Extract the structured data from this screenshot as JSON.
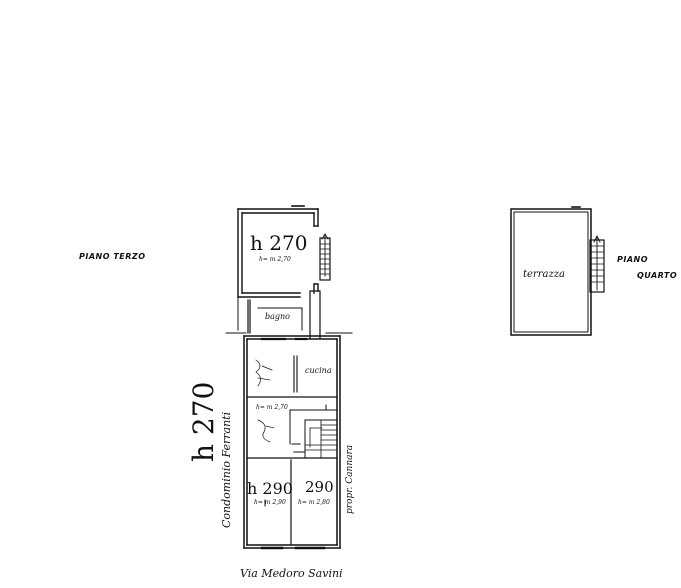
{
  "labels": {
    "floor_third": "PIANO TERZO",
    "floor_fourth_line1": "PIANO",
    "floor_fourth_line2": "QUARTO",
    "terrace": "terrazza",
    "bathroom": "bagno",
    "kitchen": "cucina",
    "neighbor_left": "Condominio Ferranti",
    "neighbor_right": "propr. Cannara",
    "street": "Via Medoro Savini",
    "height_main": "h 270",
    "height_top_big": "h 270",
    "height_top_small": "h= m 2,70",
    "height_mid_small": "h= m 2,70",
    "height_bl_big": "h 290",
    "height_bl_small": "h= m 2,90",
    "height_br_big": "290",
    "height_br_small": "h= m 2,80"
  },
  "colors": {
    "ink": "#111111",
    "paper": "#ffffff"
  }
}
